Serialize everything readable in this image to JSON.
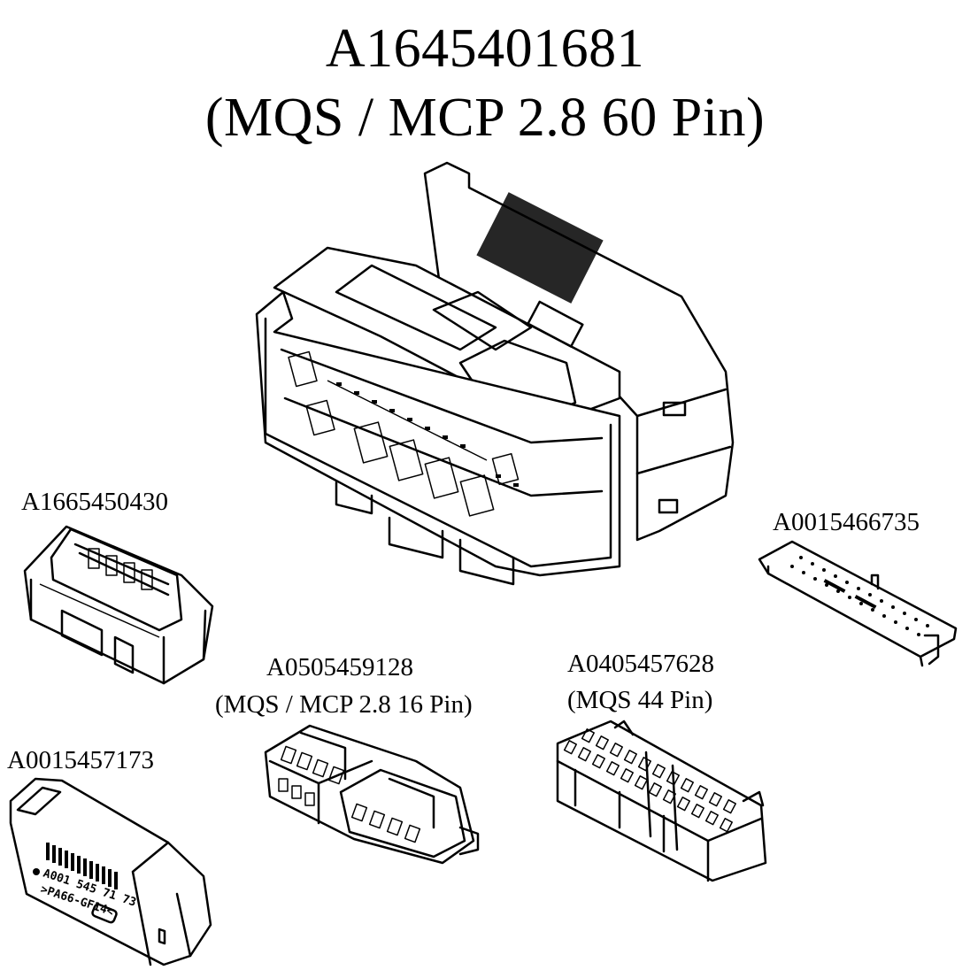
{
  "title": {
    "line1": "A1645401681",
    "line2": "(MQS / MCP 2.8  60 Pin)"
  },
  "parts": [
    {
      "id": "A1665450430",
      "desc": ""
    },
    {
      "id": "A0015466735",
      "desc": ""
    },
    {
      "id": "A0505459128",
      "desc": "(MQS / MCP 2.8  16 Pin)"
    },
    {
      "id": "A0405457628",
      "desc": "(MQS  44 Pin)"
    },
    {
      "id": "A0015457173",
      "desc": ""
    }
  ],
  "cap_stamp": {
    "line1": "A001 545 71 73",
    "line2": ">PA66-GF14<"
  },
  "colors": {
    "ink": "#000000",
    "background": "#ffffff"
  }
}
